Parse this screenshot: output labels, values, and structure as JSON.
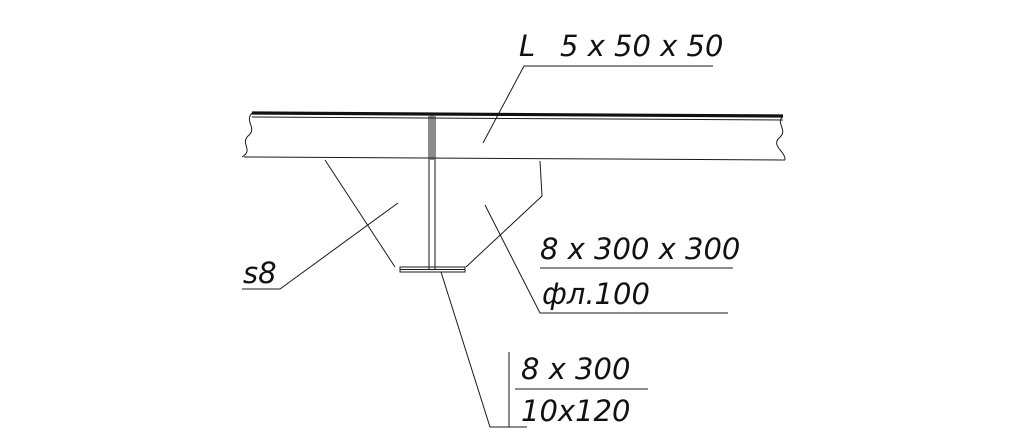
{
  "labels": {
    "angle_symbol": "L",
    "angle_size": "5 x 50 x 50",
    "plate_thickness": "s8",
    "gusset_size": "8 x 300 x 300",
    "gusset_flange": "фл.100",
    "strip_size": "8 x 300",
    "weld_size": "10x120"
  },
  "colors": {
    "line": "#1a1a1a",
    "background": "#ffffff"
  }
}
